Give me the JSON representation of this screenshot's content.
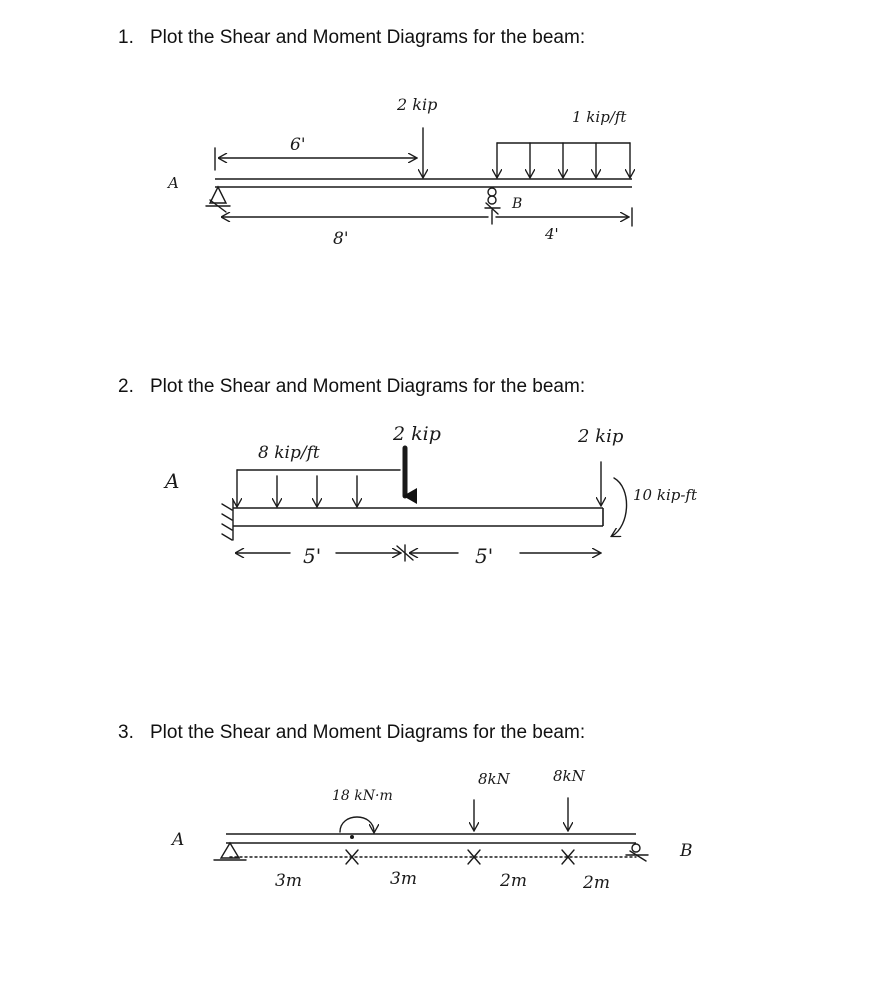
{
  "problems": [
    {
      "number": "1.",
      "title": "Plot the Shear and Moment Diagrams for the beam:",
      "labels": {
        "support_a": "A",
        "support_b": "B",
        "point_load": "2 kip",
        "dist_load": "1 kip/ft",
        "dim_top": "6'",
        "dim_bottom": "8'",
        "dim_overhang": "4'"
      }
    },
    {
      "number": "2.",
      "title": "Plot the Shear and Moment Diagrams for the beam:",
      "labels": {
        "support_a": "A",
        "dist_load": "8 kip/ft",
        "point_load_mid": "2 kip",
        "point_load_end": "2 kip",
        "moment": "10 kip-ft",
        "dim_left": "5'",
        "dim_right": "5'"
      }
    },
    {
      "number": "3.",
      "title": "Plot the Shear and Moment Diagrams for the beam:",
      "labels": {
        "support_a": "A",
        "support_b": "B",
        "moment": "18 kN·m",
        "load_1": "8kN",
        "load_2": "8kN",
        "dim_1": "3m",
        "dim_2": "3m",
        "dim_3": "2m",
        "dim_4": "2m"
      }
    }
  ]
}
